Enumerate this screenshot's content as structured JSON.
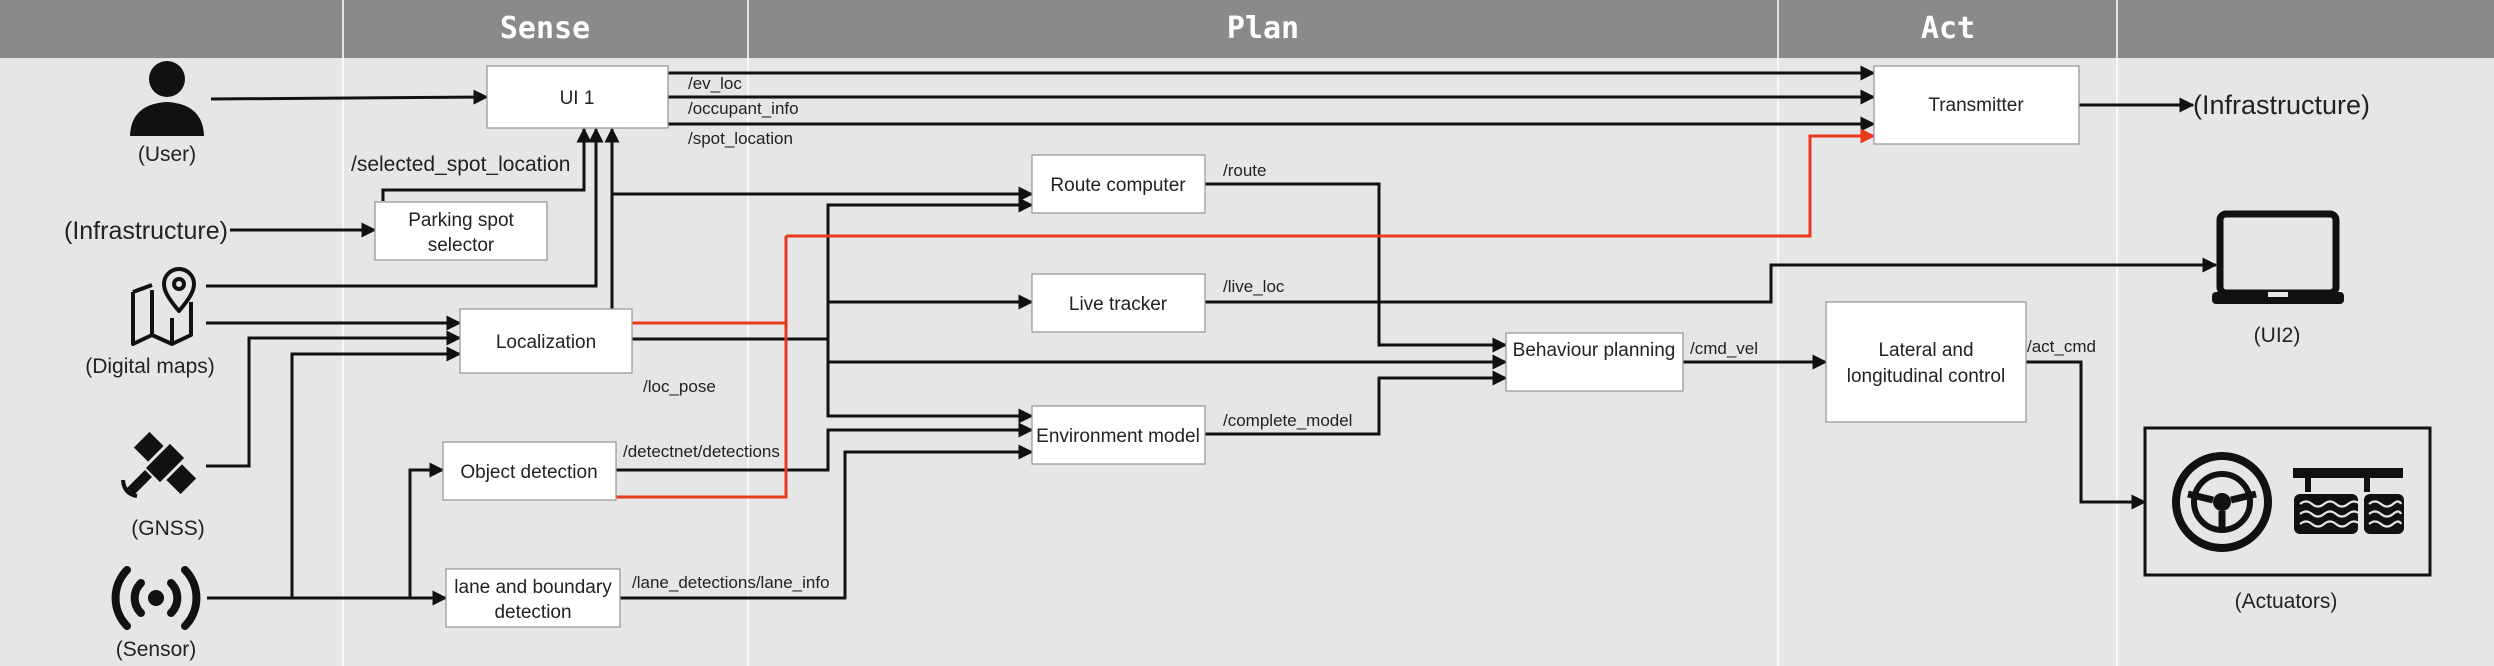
{
  "lanes": {
    "sense": "Sense",
    "plan": "Plan",
    "act": "Act"
  },
  "nodes": {
    "ui1": "UI 1",
    "parking_spot_selector": [
      "Parking spot",
      "selector"
    ],
    "localization": "Localization",
    "object_detection": "Object detection",
    "lane_detection": [
      "lane and boundary",
      "detection"
    ],
    "route_computer": "Route computer",
    "live_tracker": "Live tracker",
    "environment_model": "Environment model",
    "behaviour_planning": "Behaviour planning",
    "transmitter": "Transmitter",
    "lateral_longitudinal_control": [
      "Lateral and",
      "longitudinal control"
    ]
  },
  "externals": {
    "user": "(User)",
    "infrastructure_in": "(Infrastructure)",
    "digital_maps": "(Digital  maps)",
    "gnss": "(GNSS)",
    "sensor": "(Sensor)",
    "infrastructure_out": "(Infrastructure)",
    "ui2": "(UI2)",
    "actuators": "(Actuators)"
  },
  "topics": {
    "ev_loc": "/ev_loc",
    "occupant_info": "/occupant_info",
    "spot_location": "/spot_location",
    "selected_spot_location": "/selected_spot_location",
    "route": "/route",
    "live_loc": "/live_loc",
    "loc_pose": "/loc_pose",
    "detections": "/detectnet/detections",
    "complete_model": "/complete_model",
    "lane_info": "/lane_detections/lane_info",
    "cmd_vel": "/cmd_vel",
    "act_cmd": "/act_cmd"
  },
  "icons": {
    "user": "person-icon",
    "digital_maps": "map-pin-icon",
    "gnss": "satellite-icon",
    "sensor": "broadcast-icon",
    "ui2": "laptop-icon",
    "actuators": "steering-wheel-pedals-icon"
  },
  "colors": {
    "lane_header": "#8a8a8a",
    "background": "#e6e6e6",
    "line": "#111111",
    "highlight_line": "#e8391d"
  }
}
